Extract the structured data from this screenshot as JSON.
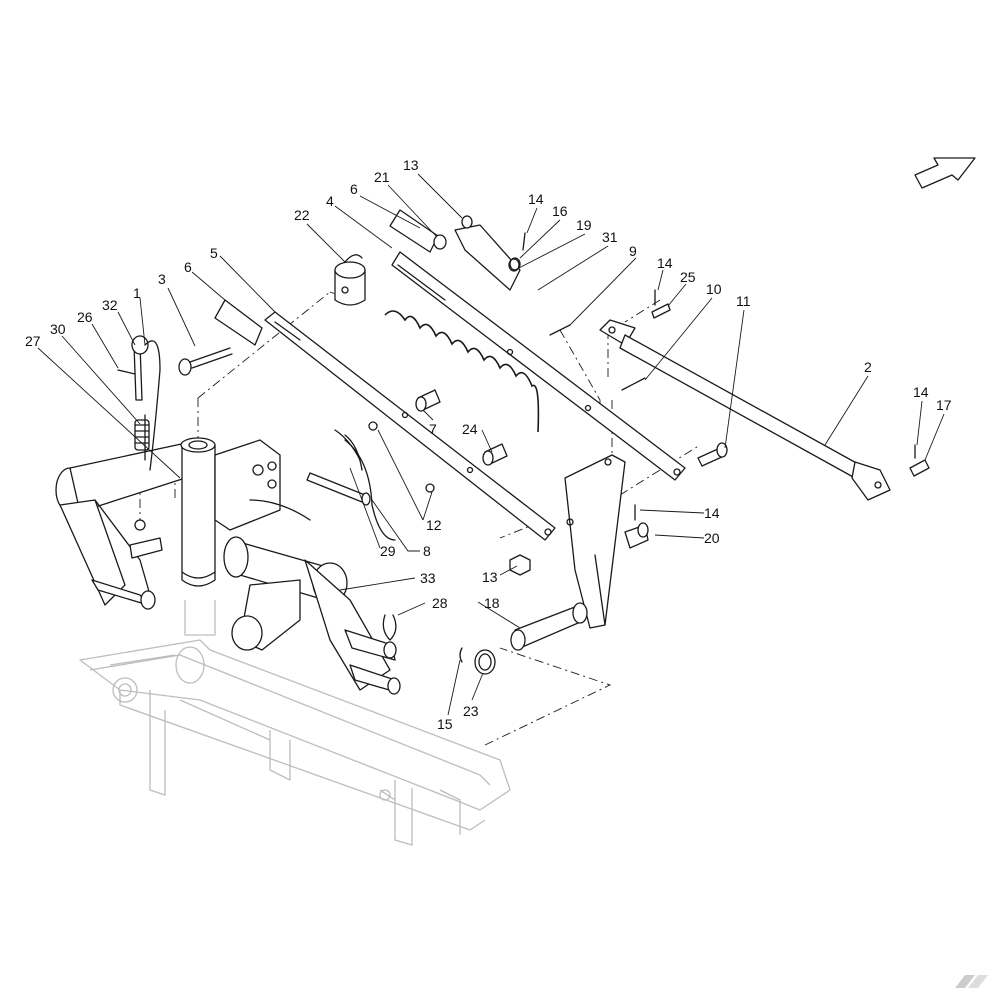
{
  "diagram": {
    "colors": {
      "line": "#1a1a1a",
      "ghost": "#bdbdbd",
      "background": "#ffffff"
    },
    "direction_icon": "arrow-right-up-icon",
    "watermark_icon": "brand-logo-k-icon",
    "callouts": [
      {
        "id": "c1",
        "text": "1"
      },
      {
        "id": "c2",
        "text": "2"
      },
      {
        "id": "c3",
        "text": "3"
      },
      {
        "id": "c4",
        "text": "4"
      },
      {
        "id": "c5",
        "text": "5"
      },
      {
        "id": "c6a",
        "text": "6"
      },
      {
        "id": "c6b",
        "text": "6"
      },
      {
        "id": "c7",
        "text": "7"
      },
      {
        "id": "c8",
        "text": "8"
      },
      {
        "id": "c9",
        "text": "9"
      },
      {
        "id": "c10",
        "text": "10"
      },
      {
        "id": "c11",
        "text": "11"
      },
      {
        "id": "c12",
        "text": "12"
      },
      {
        "id": "c13a",
        "text": "13"
      },
      {
        "id": "c13b",
        "text": "13"
      },
      {
        "id": "c14a",
        "text": "14"
      },
      {
        "id": "c14b",
        "text": "14"
      },
      {
        "id": "c14c",
        "text": "14"
      },
      {
        "id": "c14d",
        "text": "14"
      },
      {
        "id": "c15",
        "text": "15"
      },
      {
        "id": "c16",
        "text": "16"
      },
      {
        "id": "c17",
        "text": "17"
      },
      {
        "id": "c18",
        "text": "18"
      },
      {
        "id": "c19",
        "text": "19"
      },
      {
        "id": "c20",
        "text": "20"
      },
      {
        "id": "c21",
        "text": "21"
      },
      {
        "id": "c22",
        "text": "22"
      },
      {
        "id": "c23",
        "text": "23"
      },
      {
        "id": "c24",
        "text": "24"
      },
      {
        "id": "c25",
        "text": "25"
      },
      {
        "id": "c26",
        "text": "26"
      },
      {
        "id": "c27",
        "text": "27"
      },
      {
        "id": "c28",
        "text": "28"
      },
      {
        "id": "c29",
        "text": "29"
      },
      {
        "id": "c30",
        "text": "30"
      },
      {
        "id": "c31",
        "text": "31"
      },
      {
        "id": "c32",
        "text": "32"
      },
      {
        "id": "c33",
        "text": "33"
      }
    ]
  }
}
